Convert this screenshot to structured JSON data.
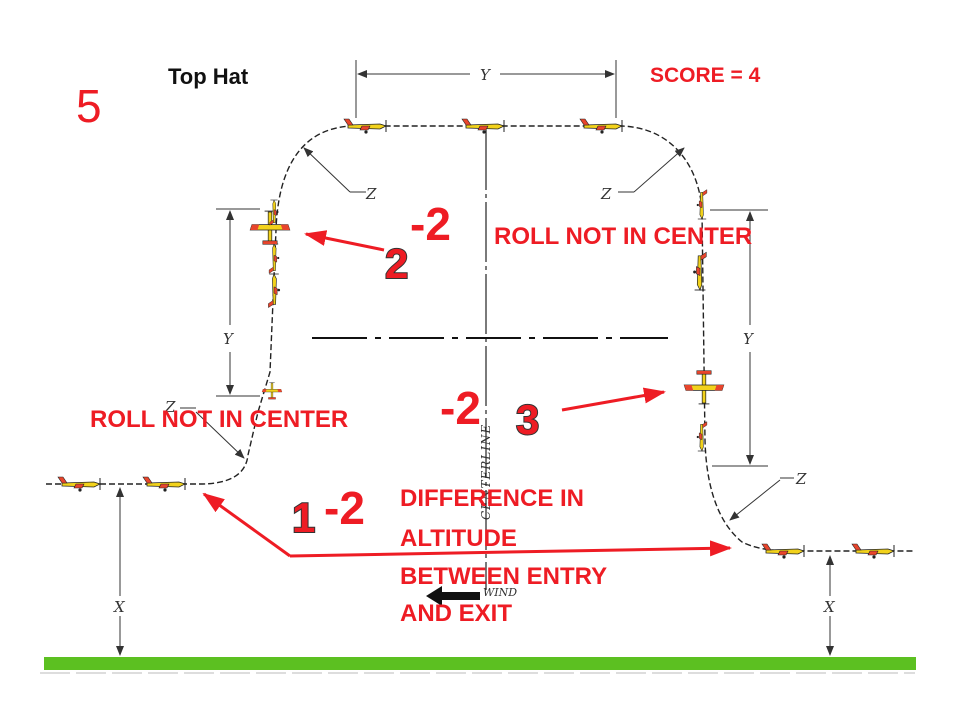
{
  "header": {
    "figure_number": "5",
    "title": "Top Hat",
    "score": "SCORE = 4"
  },
  "dimensions": {
    "top_width": "Y",
    "left_height": "Y",
    "right_height": "Y",
    "radius_top_left": "Z",
    "radius_top_right": "Z",
    "radius_bottom_left": "Z",
    "radius_bottom_right": "Z",
    "entry_altitude": "X",
    "exit_altitude": "X"
  },
  "labels": {
    "centerline": "CENTERLINE",
    "wind": "WIND"
  },
  "deductions": [
    {
      "number": "2",
      "value": "-2",
      "text": "ROLL NOT IN CENTER"
    },
    {
      "number": "3",
      "value": "-2",
      "text": "ROLL NOT IN CENTER"
    },
    {
      "number": "1",
      "value": "-2",
      "text_lines": [
        "DIFFERENCE IN",
        "ALTITUDE",
        "BETWEEN ENTRY",
        "AND EXIT"
      ]
    }
  ],
  "colors": {
    "annotation_red": "#ee1c24",
    "ground_green": "#5cc021",
    "plane_yellow": "#f2d21b",
    "plane_red": "#e8452c"
  },
  "icons": [
    "aircraft-icon",
    "wind-arrow-icon"
  ]
}
